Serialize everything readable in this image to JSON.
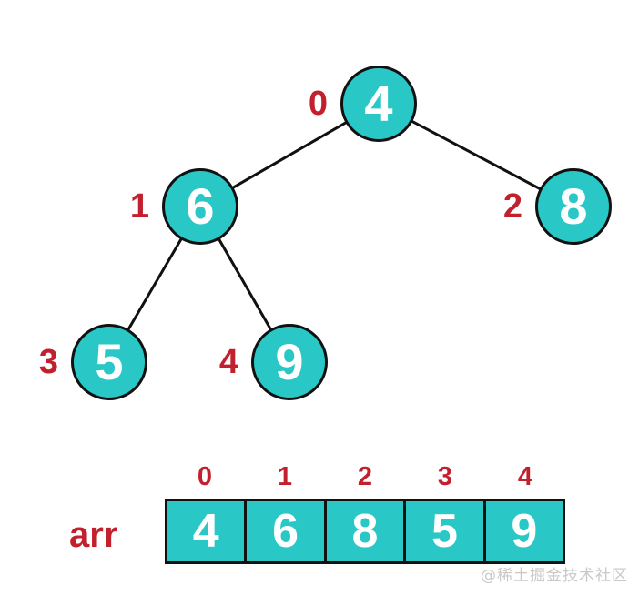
{
  "diagram": {
    "tree": {
      "nodes": [
        {
          "value": "4",
          "index": "0"
        },
        {
          "value": "6",
          "index": "1"
        },
        {
          "value": "8",
          "index": "2"
        },
        {
          "value": "5",
          "index": "3"
        },
        {
          "value": "9",
          "index": "4"
        }
      ],
      "edges": [
        [
          0,
          1
        ],
        [
          0,
          2
        ],
        [
          1,
          3
        ],
        [
          1,
          4
        ]
      ]
    },
    "array": {
      "label": "arr",
      "indices": [
        "0",
        "1",
        "2",
        "3",
        "4"
      ],
      "values": [
        "4",
        "6",
        "8",
        "5",
        "9"
      ]
    }
  },
  "watermark": "@稀土掘金技术社区",
  "colors": {
    "node_fill": "#2AC7C7",
    "index_text": "#C3202E",
    "value_text": "#FFFFFF",
    "outline": "#111111",
    "watermark": "#C9C9C9"
  }
}
